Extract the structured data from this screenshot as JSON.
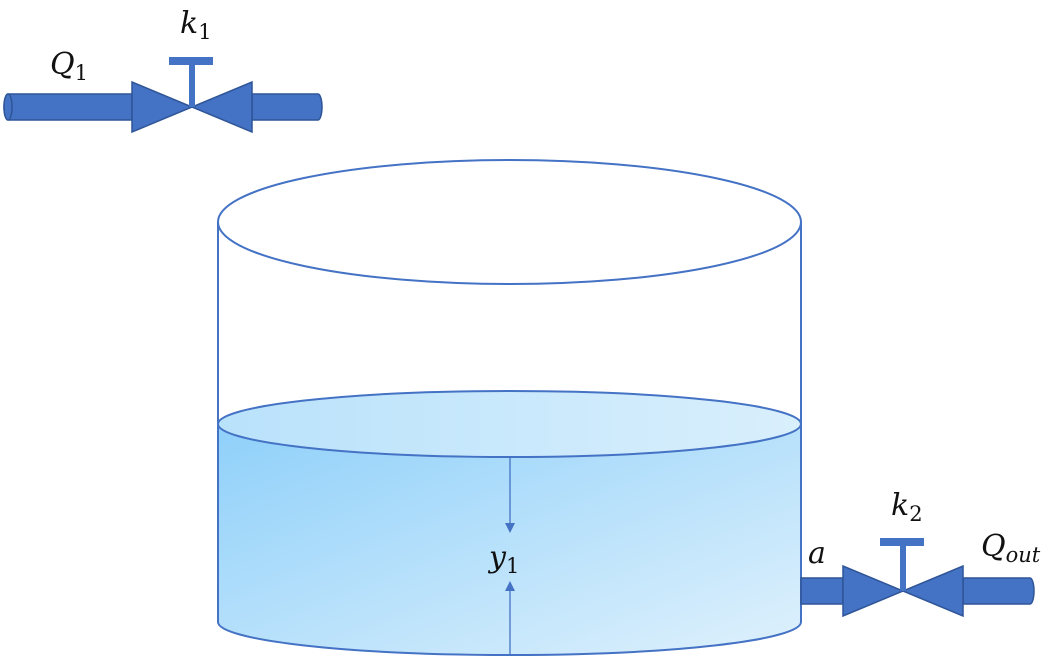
{
  "colors": {
    "pipe": "#4472c4",
    "pipe_stroke": "#2f5597",
    "tank_outline": "#4472c4",
    "water_dark": "#8fd0fa",
    "water_light": "#d7edfb",
    "background": "#ffffff"
  },
  "labels": {
    "inlet_flow": {
      "main": "Q",
      "sub": "1"
    },
    "inlet_valve": {
      "main": "k",
      "sub": "1"
    },
    "level": {
      "main": "y",
      "sub": "1"
    },
    "outlet_area": {
      "main": "a"
    },
    "outlet_valve": {
      "main": "k",
      "sub": "2"
    },
    "outlet_flow": {
      "main": "Q",
      "sub": "out"
    }
  }
}
